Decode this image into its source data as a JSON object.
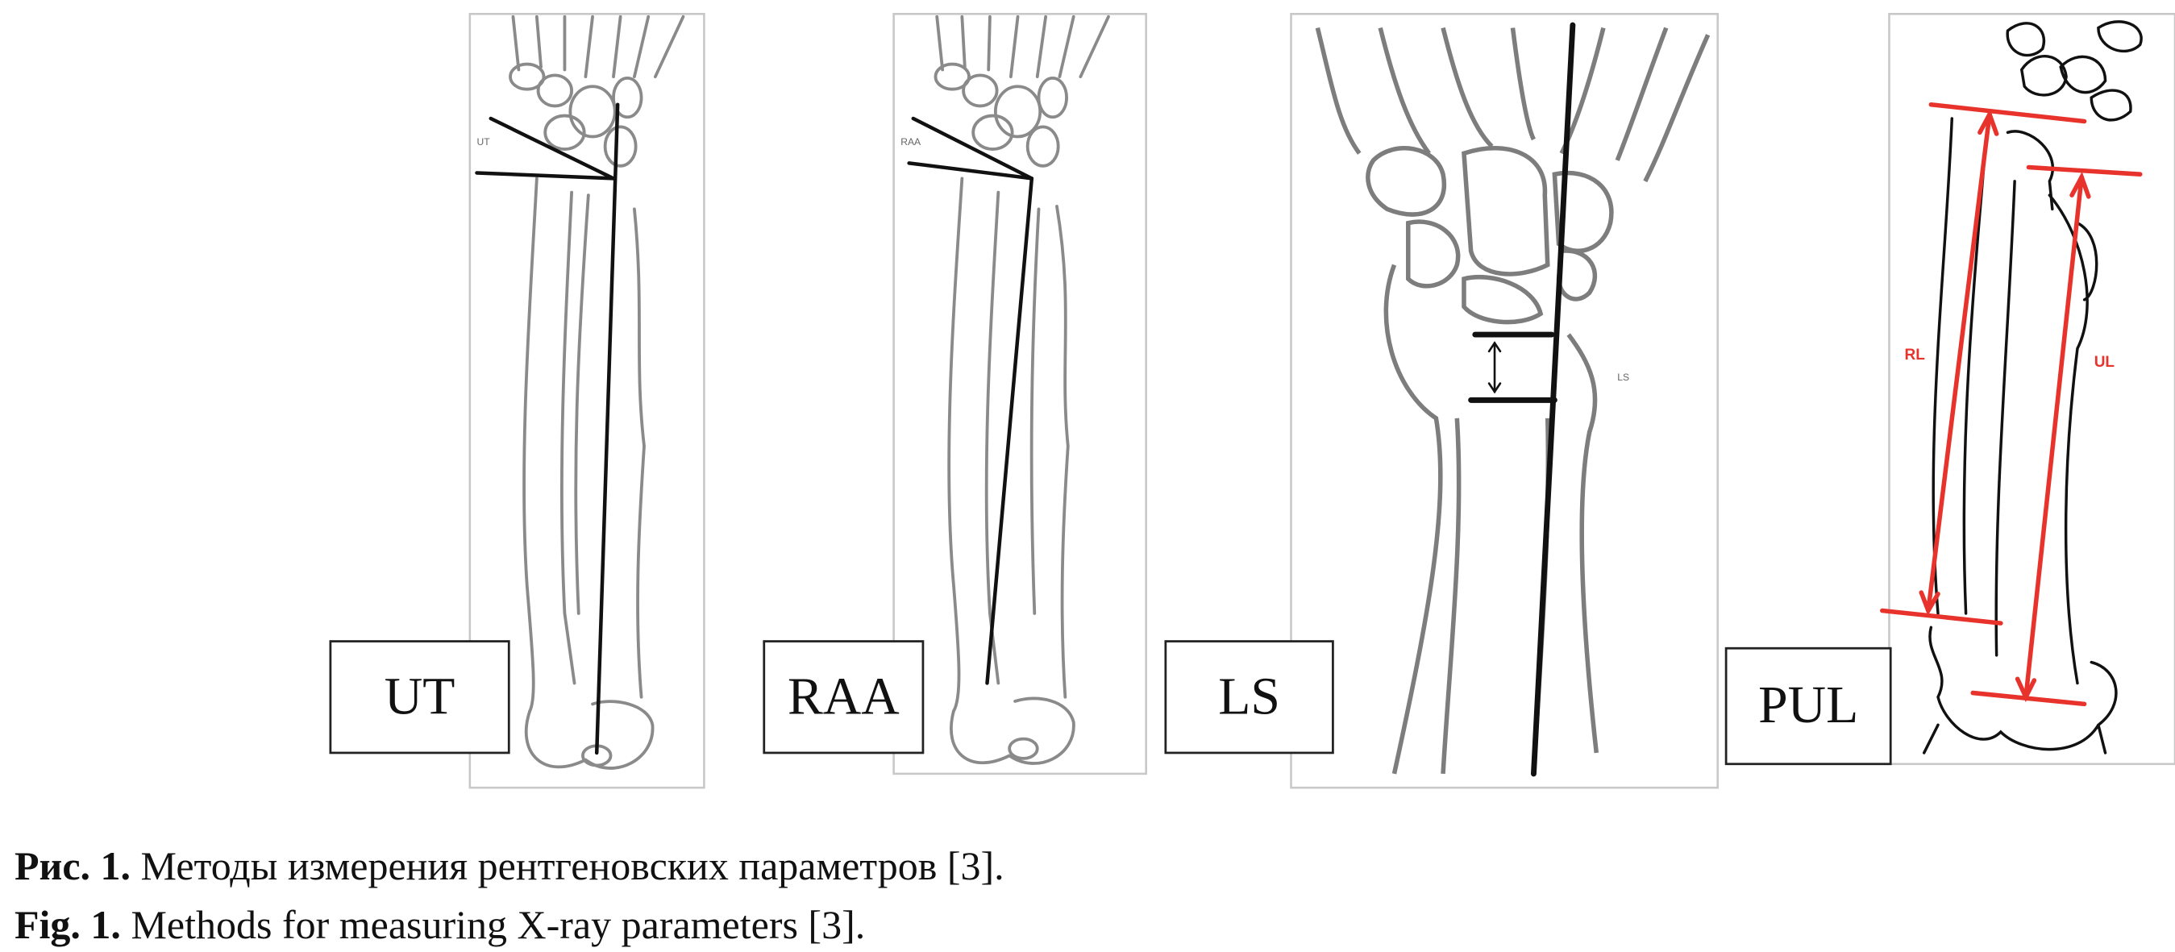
{
  "panels": [
    {
      "id": "ut",
      "label": "UT",
      "inner_label": "UT"
    },
    {
      "id": "raa",
      "label": "RAA",
      "inner_label": "RAA"
    },
    {
      "id": "ls",
      "label": "LS",
      "inner_label": "LS"
    },
    {
      "id": "pul",
      "label": "PUL",
      "inner_labels": {
        "radial": "RL",
        "ulnar": "UL"
      }
    }
  ],
  "colors": {
    "measure_black": "#111111",
    "measure_red": "#e8332c",
    "bone_outline": "#8a8a8a"
  },
  "caption": {
    "ru_prefix": "Рис. 1.",
    "ru_text": " Методы измерения рентгеновских параметров [3].",
    "en_prefix": "Fig. 1.",
    "en_text": " Methods for measuring X-ray parameters [3]."
  }
}
